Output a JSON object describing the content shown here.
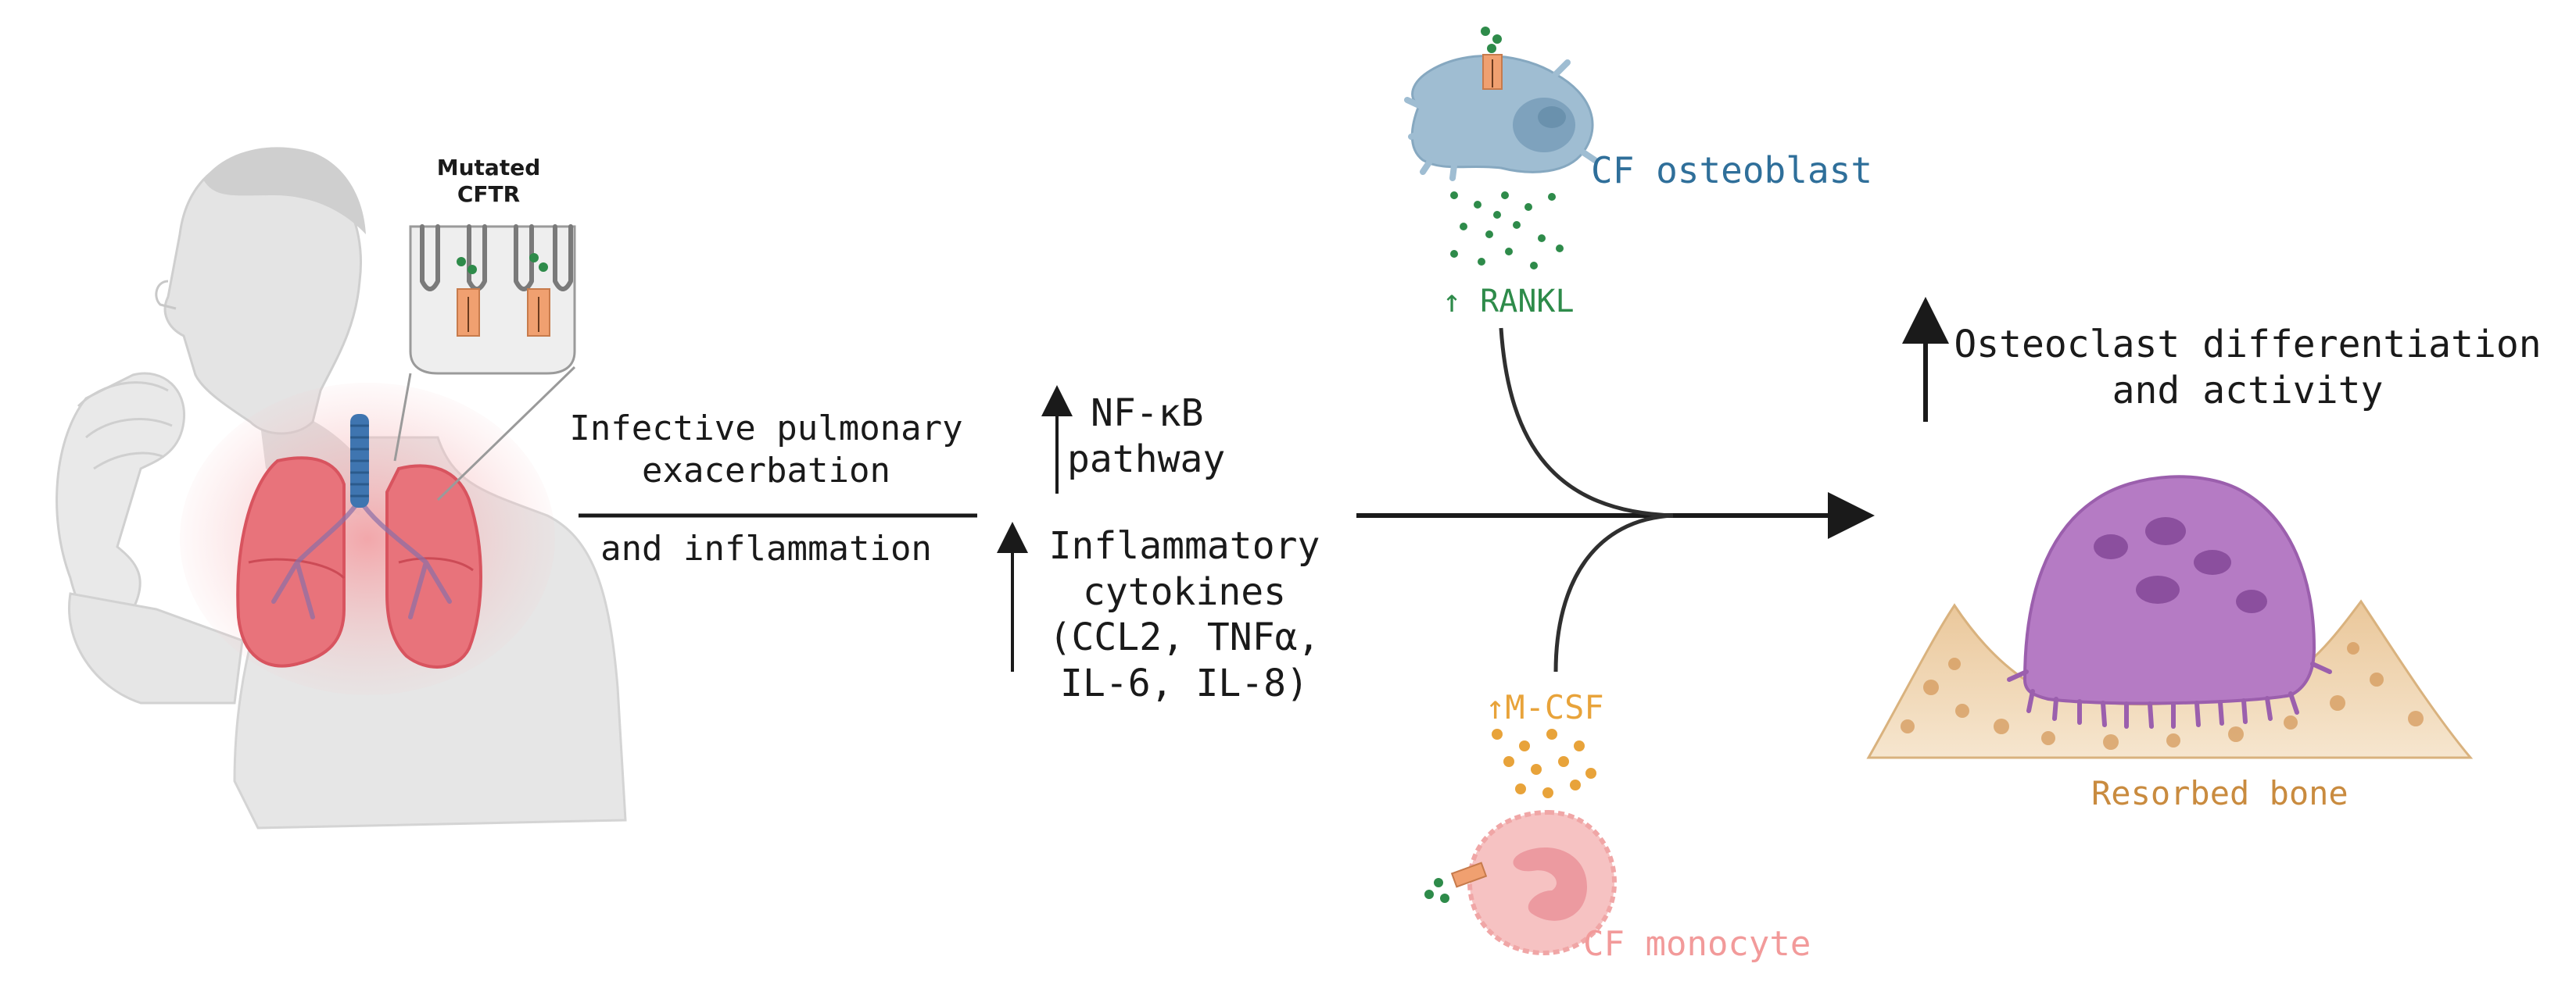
{
  "labels": {
    "mutated_cftr_line1": "Mutated",
    "mutated_cftr_line2": "CFTR",
    "exacerbation_line1": "Infective pulmonary",
    "exacerbation_line2": "exacerbation",
    "exacerbation_line3": "and inflammation",
    "nfkb_line1": "NF-κB",
    "nfkb_line2": "pathway",
    "cytokines_line1": "Inflammatory",
    "cytokines_line2": "cytokines",
    "cytokines_line3": "(CCL2, TNFα,",
    "cytokines_line4": "IL-6, IL-8)",
    "cf_osteoblast": "CF osteoblast",
    "rankl": "↑ RANKL",
    "mcsf": "↑M-CSF",
    "cf_monocyte": "CF monocyte",
    "osteoclast_line1": "Osteoclast differentiation",
    "osteoclast_line2": "and activity",
    "resorbed_bone": "Resorbed bone"
  },
  "colors": {
    "text": "#1a1a1a",
    "osteoblast_label": "#2f6f9a",
    "rankl": "#2e8b4a",
    "mcsf": "#e8a33a",
    "monocyte_label": "#f29a9a",
    "bone_label": "#c98b3f",
    "osteoclast": "#b57bc4",
    "lung": "#e2626b",
    "cftr_channel": "#f0a070"
  }
}
